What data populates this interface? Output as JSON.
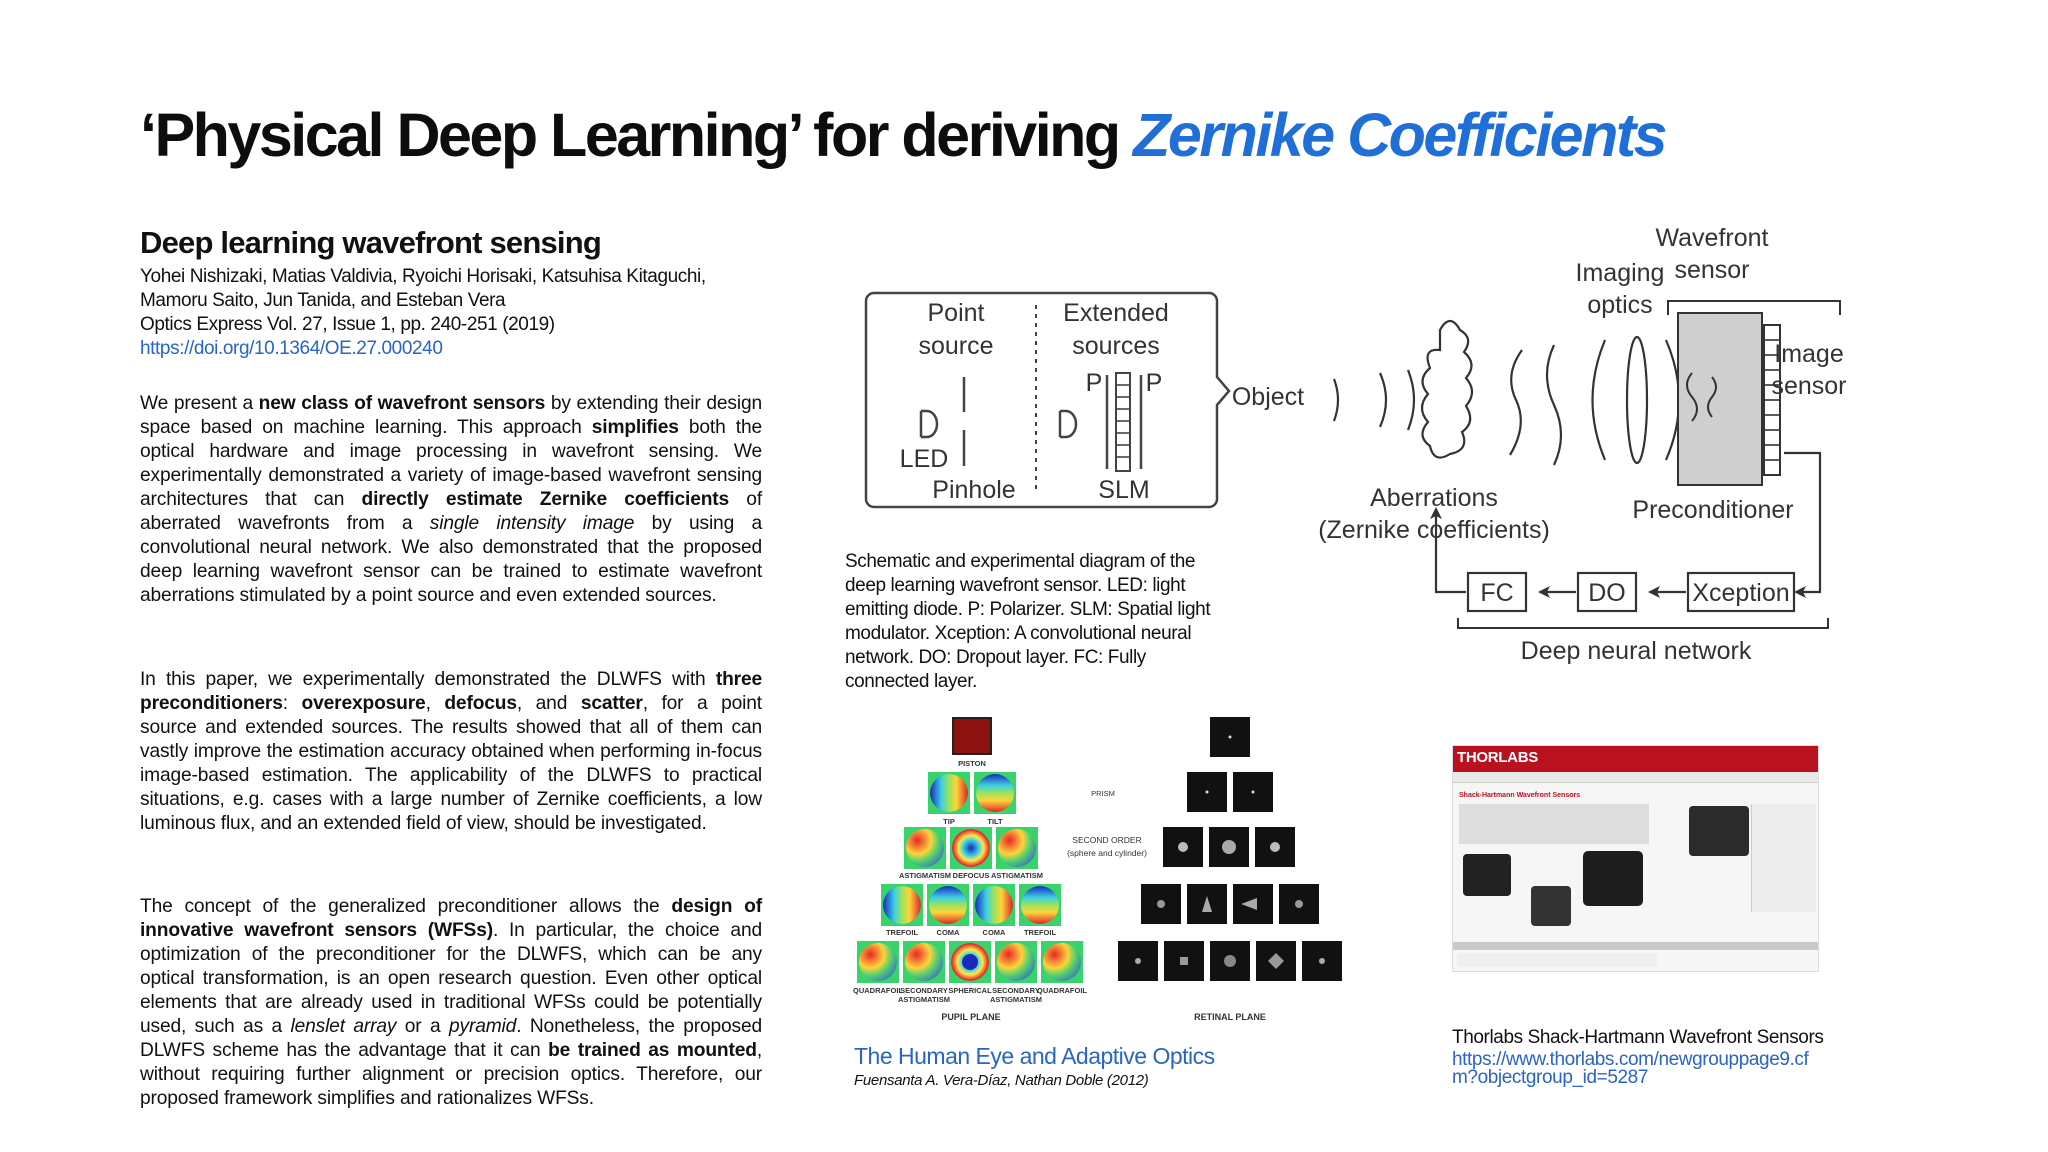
{
  "title": {
    "prefix": "‘Physical Deep Learning’ for deriving ",
    "highlight": "Zernike Coefficients"
  },
  "paper": {
    "heading": "Deep learning wavefront sensing",
    "authors_line1": "Yohei Nishizaki, Matias Valdivia, Ryoichi Horisaki, Katsuhisa Kitaguchi,",
    "authors_line2": "Mamoru Saito, Jun Tanida, and Esteban Vera",
    "journal": "Optics Express Vol. 27, Issue 1, pp. 240-251 (2019)",
    "doi": "https://doi.org/10.1364/OE.27.000240"
  },
  "paragraphs": {
    "p1": {
      "t1": "We present a ",
      "b1": "new class of wavefront sensors",
      "t2": " by extending their design space based on machine learning. This approach ",
      "b2": "simplifies",
      "t3": " both the optical hardware and image processing in wavefront sensing. We experimentally demonstrated a variety of image-based wavefront sensing architectures that can ",
      "b3": "directly estimate Zernike coefficients",
      "t4": " of aberrated wavefronts from a ",
      "i1": "single intensity image",
      "t5": " by using a convolutional neural network. We also demonstrated that the proposed deep learning wavefront sensor can be trained to estimate wavefront aberrations stimulated by a point source and even extended sources."
    },
    "p2": {
      "t1": "In this paper, we experimentally demonstrated the DLWFS with ",
      "b1": "three preconditioners",
      "t2": ": ",
      "b2": "overexposure",
      "t3": ", ",
      "b3": "defocus",
      "t4": ", and ",
      "b4": "scatter",
      "t5": ", for a point source and extended sources. The results showed that all of them can vastly improve the estimation accuracy obtained when performing in-focus image-based estimation. The applicability of the DLWFS to practical situations, e.g. cases with a large number of Zernike coefficients, a low luminous flux, and an extended field of view, should be investigated."
    },
    "p3": {
      "t1": "The concept of the generalized preconditioner allows the ",
      "b1": "design of innovative wavefront sensors (WFSs)",
      "t2": ". In particular, the choice and optimization of the preconditioner for the DLWFS, which can be any optical transformation, is an open research question. Even other optical elements that are already used in traditional WFSs could be potentially used, such as a ",
      "i1": "lenslet array",
      "t3": " or a ",
      "i2": "pyramid",
      "t4": ". Nonetheless, the proposed DLWFS scheme has the advantage that it can ",
      "b2": "be trained as mounted",
      "t5": ", without requiring further alignment or precision optics. Therefore, our proposed framework simplifies and rationalizes WFSs."
    }
  },
  "schematic": {
    "point_source": [
      "Point",
      "source"
    ],
    "extended_sources": [
      "Extended",
      "sources"
    ],
    "led": "LED",
    "pinhole": "Pinhole",
    "slm": "SLM",
    "p": "P",
    "object": "Object",
    "imaging_optics": [
      "Imaging",
      "optics"
    ],
    "wavefront_sensor": [
      "Wavefront",
      "sensor"
    ],
    "image_sensor": [
      "Image",
      "sensor"
    ],
    "aberrations": [
      "Aberrations",
      "(Zernike coefficients)"
    ],
    "preconditioner": "Preconditioner",
    "fc": "FC",
    "do": "DO",
    "xception": "Xception",
    "deep_neural_network": "Deep neural network"
  },
  "schematic_caption": [
    "Schematic and experimental diagram of the",
    "deep learning wavefront sensor. LED: light",
    "emitting diode. P: Polarizer. SLM: Spatial light",
    "modulator. Xception: A convolutional neural",
    "network. DO: Dropout layer. FC: Fully",
    "connected layer."
  ],
  "zernike_figure": {
    "piston": "PISTON",
    "tip": "TIP",
    "tilt": "TILT",
    "prism": "PRISM",
    "second_order": [
      "SECOND ORDER",
      "(sphere and cylinder)"
    ],
    "row3": [
      "ASTIGMATISM",
      "DEFOCUS",
      "ASTIGMATISM"
    ],
    "row4": [
      "TREFOIL",
      "COMA",
      "COMA",
      "TREFOIL"
    ],
    "row5": [
      "QUADRAFOIL",
      "SECONDARY",
      "SPHERICAL",
      "SECONDARY",
      "QUADRAFOIL"
    ],
    "row5b": [
      "ASTIGMATISM",
      "ASTIGMATISM"
    ],
    "pupil_plane": "PUPIL PLANE",
    "retinal_plane": "RETINAL PLANE"
  },
  "eye_ref": {
    "title": "The Human Eye and Adaptive Optics",
    "authors": "Fuensanta A. Vera-Díaz, Nathan Doble (2012)"
  },
  "thorlabs": {
    "logo": "THORLABS",
    "page_title": "Shack-Hartmann Wavefront Sensors",
    "caption": "Thorlabs Shack-Hartmann Wavefront Sensors",
    "url1": "https://www.thorlabs.com/newgrouppage9.cf",
    "url2": "m?objectgroup_id=5287"
  },
  "colors": {
    "accent": "#1f6fd6",
    "link": "#2a64c4",
    "thorlabs_red": "#c8102e"
  }
}
